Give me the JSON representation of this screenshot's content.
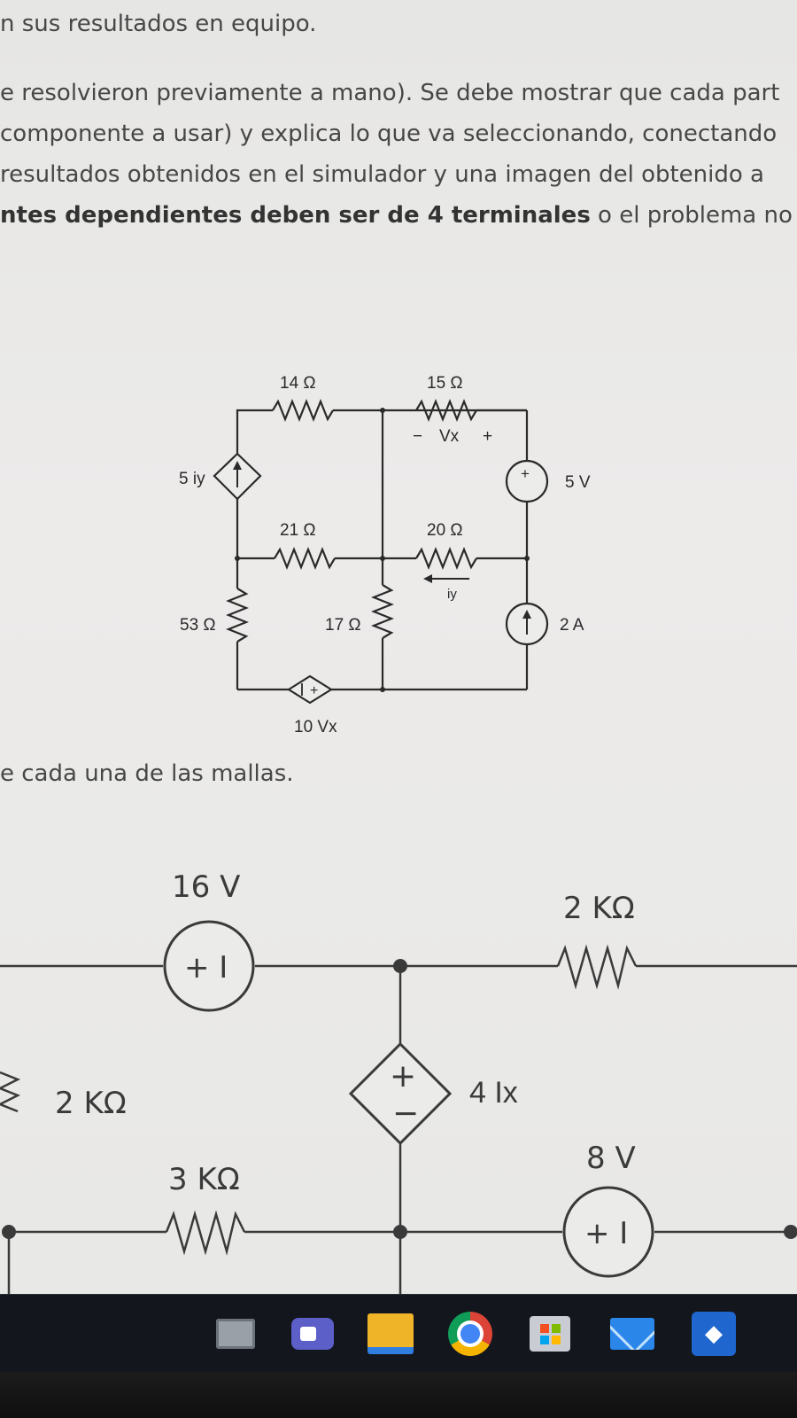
{
  "document": {
    "line1": "n sus resultados en equipo.",
    "line2": "e resolvieron previamente a mano). Se debe mostrar que cada part",
    "line3": "componente a usar) y explica lo que va seleccionando, conectando",
    "line4": "resultados obtenidos en el simulador y una imagen del obtenido a",
    "line5_bold": "ntes dependientes deben ser de 4 terminales",
    "line5_rest": " o el problema no ser",
    "line6": "e cada una de las mallas."
  },
  "circuit1": {
    "r14": "14 Ω",
    "r15": "15 Ω",
    "vx_minus": "−",
    "vx_label": "Vx",
    "vx_plus": "+",
    "dep_current_label": "5 iy",
    "vsource_label": "5 V",
    "r21": "21 Ω",
    "r20": "20 Ω",
    "iy_label": "iy",
    "r53": "53 Ω",
    "r17": "17 Ω",
    "isource_label": "2 A",
    "dep_voltage_label": "10 Vx",
    "plus_sign": "+"
  },
  "circuit2": {
    "v16_label": "16 V",
    "v16_sign": "+ I",
    "r2k_top": "2 KΩ",
    "r2k_left": "2 KΩ",
    "dep_label": "4 Ix",
    "dep_plus": "+",
    "dep_minus": "−",
    "r3k": "3 KΩ",
    "v8_label": "8 V",
    "v8_sign": "+ I"
  },
  "taskbar": {
    "icons": [
      "task-view-icon",
      "camera-icon",
      "folder-icon",
      "chrome-icon",
      "store-icon",
      "mail-icon",
      "dropbox-icon"
    ]
  }
}
